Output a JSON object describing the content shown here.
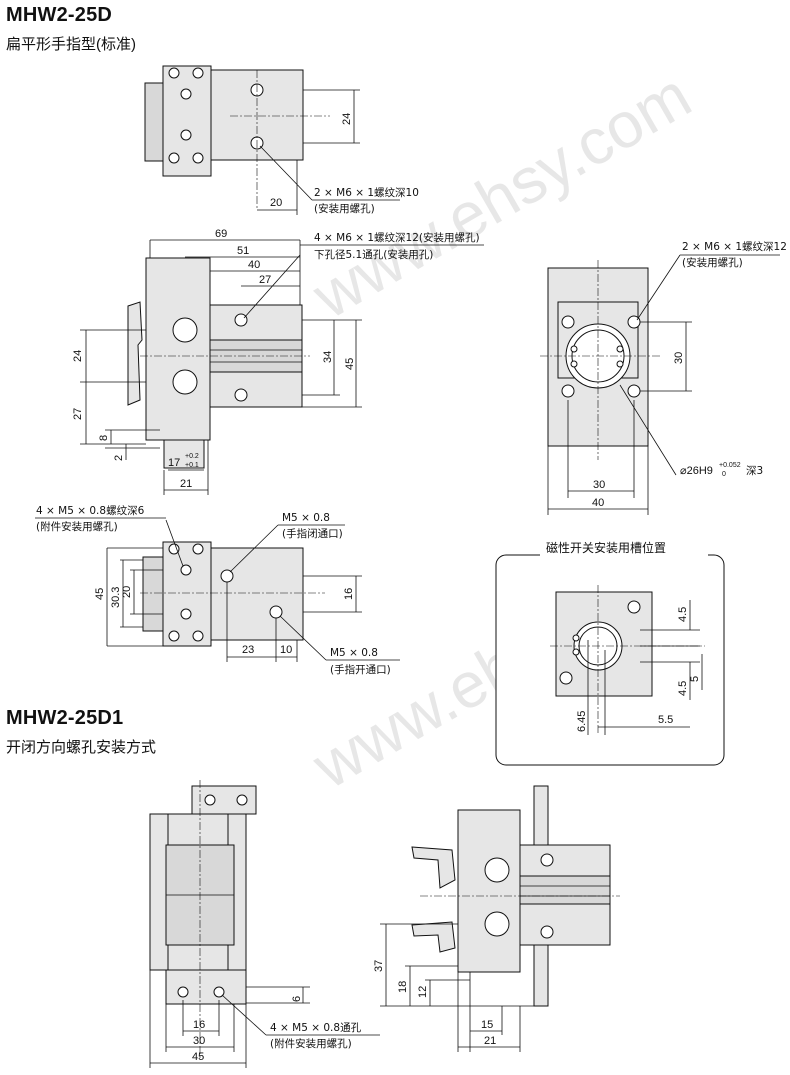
{
  "headings": {
    "std_model": "MHW2-25D",
    "std_subtitle": "扁平形手指型(标准)",
    "d1_model": "MHW2-25D1",
    "d1_subtitle": "开闭方向螺孔安装方式"
  },
  "watermark": "www.ehsy.com",
  "notes": {
    "top_mount": "2 × M6 × 1螺纹深10",
    "top_mount_sub": "(安装用螺孔)",
    "mid_mount": "4 × M6 × 1螺纹深12(安装用螺孔)",
    "mid_mount_sub": "下孔径5.1通孔(安装用孔)",
    "right_mount": "2 × M6 × 1螺纹深12",
    "right_mount_sub": "(安装用螺孔)",
    "bore": "⌀26H9",
    "bore_tol_upper": "+0.052",
    "bore_tol_lower": "0",
    "bore_depth": "深3",
    "att_mount": "4 × M5 × 0.8螺纹深6",
    "att_mount_sub": "(附件安装用螺孔)",
    "close_port": "M5 × 0.8",
    "close_port_sub": "(手指闭通口)",
    "open_port": "M5 × 0.8",
    "open_port_sub": "(手指开通口)",
    "switch_box_title": "磁性开关安装用槽位置",
    "d1_mount": "4 × M5 × 0.8通孔",
    "d1_mount_sub": "(附件安装用螺孔)"
  },
  "dims": {
    "top_24": "24",
    "top_20": "20",
    "mid_69": "69",
    "mid_51": "51",
    "mid_40": "40",
    "mid_27": "27",
    "mid_24": "24",
    "mid_34": "34",
    "mid_45": "45",
    "mid_27b": "27",
    "mid_8": "8",
    "mid_2": "2",
    "mid_17": "17",
    "mid_17_tol_upper": "+0.2",
    "mid_17_tol_lower": "+0.1",
    "mid_21": "21",
    "right_30v": "30",
    "right_30": "30",
    "right_40": "40",
    "low_45": "45",
    "low_303": "30.3",
    "low_20": "20",
    "low_16": "16",
    "low_23": "23",
    "low_10": "10",
    "sw_45a": "4.5",
    "sw_45b": "4.5",
    "sw_5": "5",
    "sw_645": "6.45",
    "sw_55": "5.5",
    "d1_6": "6",
    "d1_16": "16",
    "d1_30": "30",
    "d1_45": "45",
    "d1_37": "37",
    "d1_18": "18",
    "d1_12": "12",
    "d1_15": "15",
    "d1_21": "21"
  }
}
